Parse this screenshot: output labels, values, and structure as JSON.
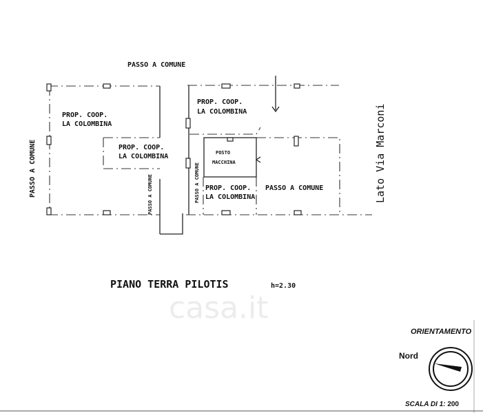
{
  "labels": {
    "top_passage": "PASSO A COMUNE",
    "left_passage": "PASSO A COMUNE",
    "prop_line1": "PROP. COOP.",
    "prop_line2": "LA COLOMBINA",
    "parking_line1": "POSTO",
    "parking_line2": "MACCHINA",
    "inner_passage": "PASSO A COMUNE",
    "right_passage": "PASSO A COMUNE",
    "street_side": "Lato Via Marconi"
  },
  "title": {
    "main": "PIANO TERRA PILOTIS",
    "height": "h=2.30"
  },
  "orientation": {
    "title": "ORIENTAMENTO",
    "north": "Nord"
  },
  "scale": {
    "label": "SCALA DI 1:",
    "value": "200"
  },
  "watermark": "casa.it"
}
